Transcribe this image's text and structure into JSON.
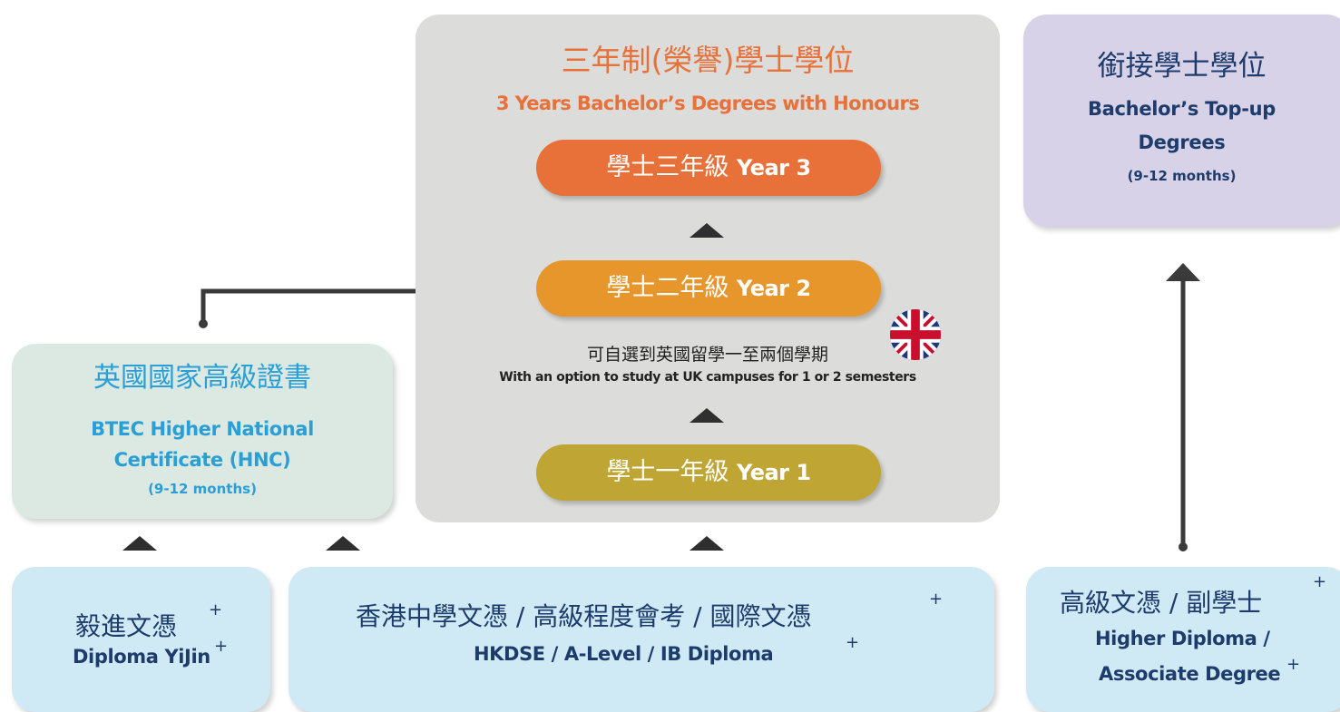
{
  "bachelor": {
    "title_zh": "三年制(榮譽)學士學位",
    "title_en": "3 Years Bachelor’s Degrees with Honours",
    "year3_zh": "學士三年級",
    "year3_en": "Year 3",
    "year2_zh": "學士二年級",
    "year2_en": "Year 2",
    "year1_zh": "學士一年級",
    "year1_en": "Year 1",
    "uk_option_zh": "可自選到英國留學一至兩個學期",
    "uk_option_en": "With an option to study at UK campuses for 1 or 2 semesters"
  },
  "hnc": {
    "title_zh": "英國國家高級證書",
    "title_en_line1": "BTEC Higher National",
    "title_en_line2": "Certificate (HNC)",
    "duration": "(9-12 months)"
  },
  "topup": {
    "title_zh": "銜接學士學位",
    "title_en_line1": "Bachelor’s Top-up",
    "title_en_line2": "Degrees",
    "duration": "(9-12 months)"
  },
  "entry": {
    "yijin_zh": "毅進文憑",
    "yijin_en": "Diploma YiJin",
    "dse_zh": "香港中學文憑 / 高級程度會考 / 國際文憑",
    "dse_en": "HKDSE / A-Level / IB Diploma",
    "hd_zh": "高級文憑 / 副學士",
    "hd_en_line1": "Higher Diploma /",
    "hd_en_line2": "Associate Degree",
    "plus": "+"
  },
  "colors": {
    "orange": "#e8713a",
    "amber": "#e6962b",
    "olive": "#bfa534",
    "blue": "#2a9fd6",
    "navy": "#1d3b6b",
    "grey_panel": "#dcdcdb",
    "mint": "#dce9e2",
    "lavender": "#d8d2e8",
    "light_blue": "#cfe9f5"
  },
  "icons": [
    "uk-flag-icon",
    "up-arrow-triangle-icon",
    "right-arrow-icon"
  ]
}
